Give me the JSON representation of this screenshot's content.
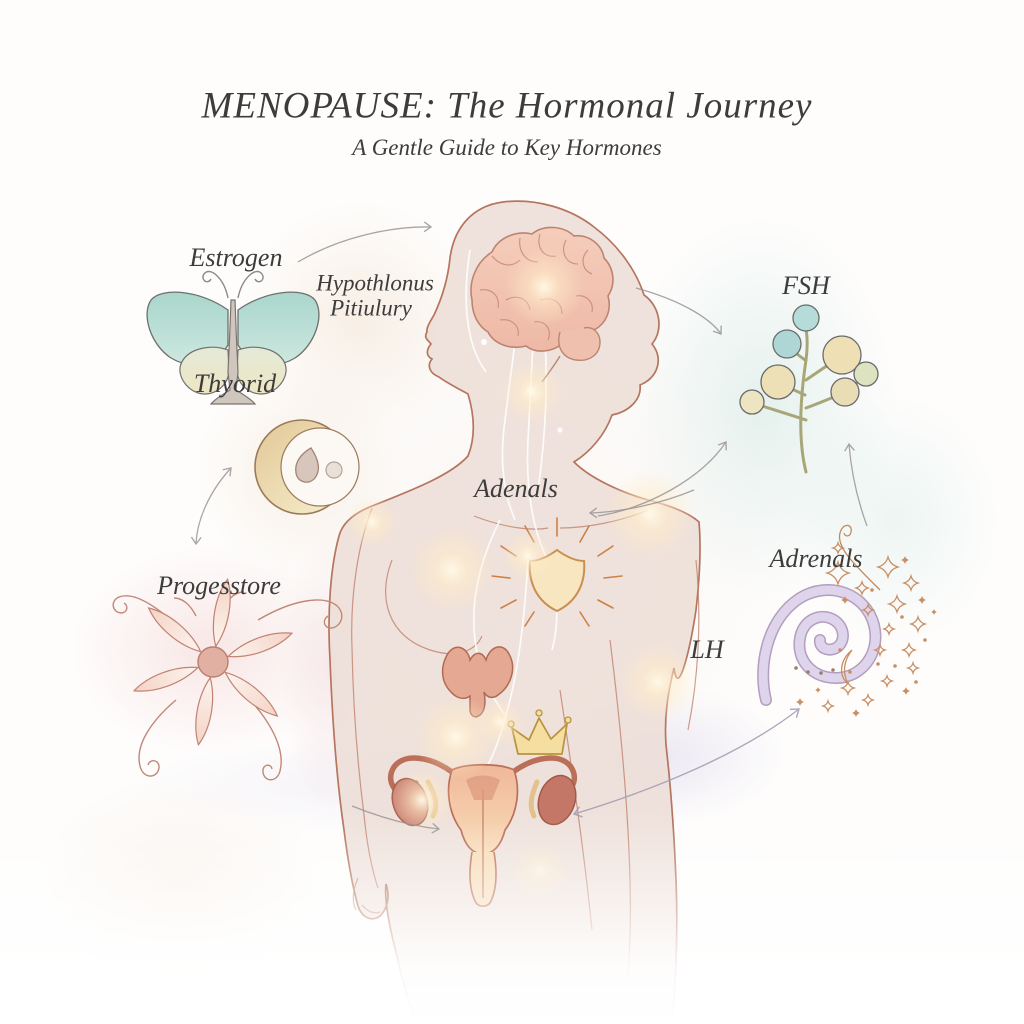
{
  "title": {
    "main": "MENOPAUSE: The Hormonal Journey",
    "subtitle": "A Gentle Guide to Key Hormones"
  },
  "labels": {
    "estrogen": "Estrogen",
    "thyroid": "Thyorid",
    "hypothalamus_line1": "Hypothlonus",
    "hypothalamus_line2": "Pitiulury",
    "fsh": "FSH",
    "adrenals_center": "Adenals",
    "adrenals_right": "Adrenals",
    "lh": "LH",
    "progesterone": "Progesstore"
  },
  "icons": {
    "estrogen": "butterfly-icon",
    "thyroid": "crescent-moon-icon",
    "progesterone": "flower-icon",
    "fsh": "berry-branch-icon",
    "adrenals": "spiral-icon",
    "sparkles": "sparkles-icon",
    "chest": "shield-sun-icon",
    "pelvis": "crown-icon",
    "head": "brain-icon",
    "abdomen": "thyroid-gland-icon",
    "reproductive": "uterus-icon",
    "figure": "female-silhouette"
  },
  "colors": {
    "text": "#3c3c3c",
    "body_outline": "#b5755f",
    "body_fill": "#ecddd6",
    "teal": "#aed6cf",
    "gold": "#e4cf9a",
    "pink": "#dca294",
    "lavender": "#cfc3e0",
    "sparkle": "#c98e63",
    "arrow": "#9b9598"
  }
}
